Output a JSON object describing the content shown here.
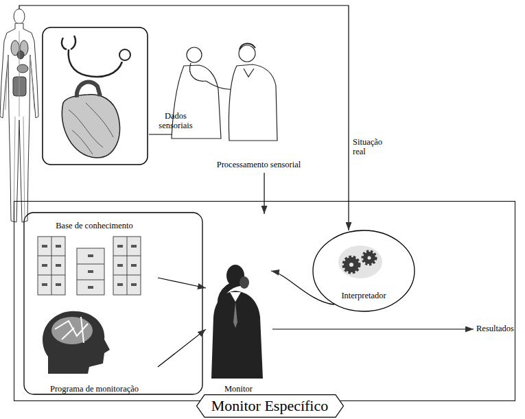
{
  "diagram": {
    "nodes": [
      {
        "text": [
          "Monitor Específico"
        ]
      },
      {
        "text": [
          "Base de conhecimento"
        ],
        "in": 0
      },
      {
        "text": [
          "Programa de monitoração"
        ],
        "in": 0
      },
      {
        "text": [
          "Monitor"
        ],
        "in": 0
      },
      {
        "text": [
          "Interpretador"
        ],
        "in": 0
      },
      {
        "text": [
          "Processamento sensorial"
        ]
      }
    ],
    "edges": [
      {
        "from": 5,
        "to": 3,
        "arrow": "to"
      },
      {
        "from": 1,
        "to": 3,
        "arrow": "to"
      },
      {
        "from": 2,
        "to": 3,
        "arrow": "to"
      },
      {
        "from": 4,
        "to": 3,
        "arrow": "to"
      }
    ],
    "labels": [
      "Dados sensoriais",
      "Situação real",
      "Resultados"
    ]
  }
}
